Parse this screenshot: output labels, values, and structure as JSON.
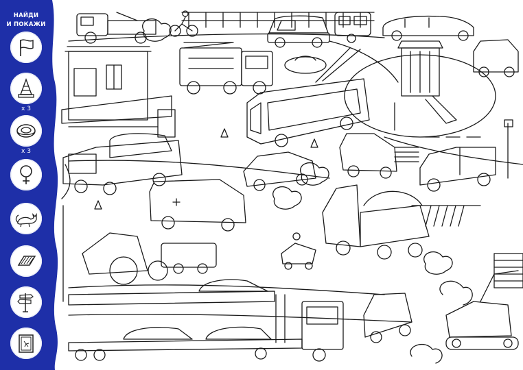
{
  "sidebar": {
    "title_line1": "НАЙДИ",
    "title_line2": "И ПОКАЖИ",
    "brand_color": "#1e2fa8",
    "items": [
      {
        "icon": "flag-icon",
        "count": ""
      },
      {
        "icon": "traffic-cone-icon",
        "count": "х 3"
      },
      {
        "icon": "tire-icon",
        "count": "х 3"
      },
      {
        "icon": "female-symbol-icon",
        "count": ""
      },
      {
        "icon": "cat-icon",
        "count": ""
      },
      {
        "icon": "drain-grate-icon",
        "count": ""
      },
      {
        "icon": "direction-signpost-icon",
        "count": ""
      },
      {
        "icon": "broken-window-icon",
        "count": ""
      }
    ]
  }
}
